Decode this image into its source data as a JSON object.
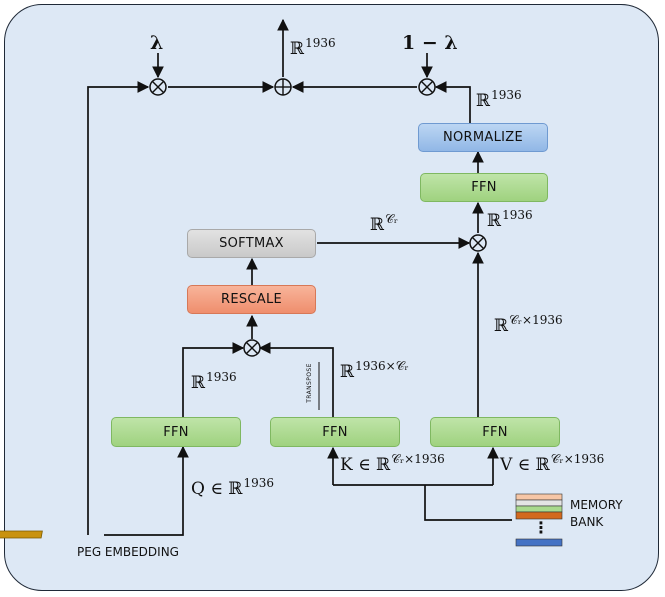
{
  "blocks": {
    "ffn_q": "FFN",
    "ffn_k": "FFN",
    "ffn_v": "FFN",
    "ffn_top": "FFN",
    "softmax": "SOFTMAX",
    "rescale": "RESCALE",
    "normalize": "NORMALIZE"
  },
  "labels": {
    "lambda": "λ",
    "one_minus_lambda": "1 − λ",
    "top_output": {
      "base": "ℝ",
      "exp": "1936"
    },
    "right_top_dim": {
      "base": "ℝ",
      "exp": "1936"
    },
    "ffn_top_out_dim": {
      "base": "ℝ",
      "exp": "1936"
    },
    "softmax_out_dim": {
      "base": "ℝ",
      "exp": "𝒞ᵣ"
    },
    "v_path_dim": {
      "base": "ℝ",
      "exp": "𝒞ᵣ×1936"
    },
    "q_path_dim": {
      "base": "ℝ",
      "exp": "1936"
    },
    "k_path_dim": {
      "base": "ℝ",
      "exp": "1936×𝒞ᵣ"
    },
    "transpose": "TRANSPOSE",
    "q_input": {
      "base": "Q ∈ ℝ",
      "exp": "1936"
    },
    "k_input": {
      "base": "K ∈ ℝ",
      "exp": "𝒞ᵣ×1936"
    },
    "v_input": {
      "base": "V ∈ ℝ",
      "exp": "𝒞ᵣ×1936"
    },
    "peg_embedding": "PEG EMBEDDING",
    "memory_bank_line1": "MEMORY",
    "memory_bank_line2": "BANK",
    "stack_dots": "⋮"
  },
  "operators": {
    "multiply": "⊗",
    "add": "⊕"
  },
  "colors": {
    "background": "#dde8f5",
    "ffn": "#a8d68a",
    "softmax": "#d0d0d0",
    "rescale": "#f29a7a",
    "normalize": "#9fc0ea",
    "peg_bar": "#c9920f",
    "memory_layers": [
      "#f6c6a6",
      "#e4e4e4",
      "#a9d98d",
      "#d2691e",
      "#4472c4"
    ]
  }
}
